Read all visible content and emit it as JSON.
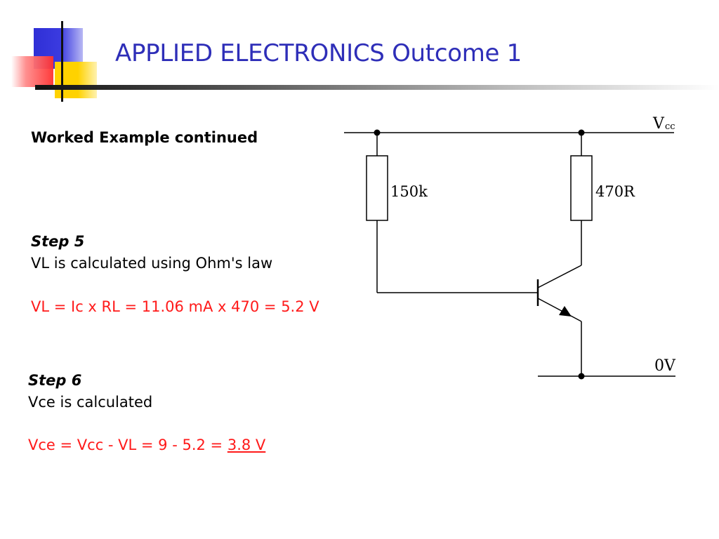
{
  "slide": {
    "title": "APPLIED ELECTRONICS Outcome 1",
    "subtitle": "Worked Example continued",
    "colors": {
      "title": "#2e2eb8",
      "equation": "#ff1a1a",
      "logo_blue": "#2f2fd6",
      "logo_red": "#ff3030",
      "logo_yellow": "#ffd200"
    }
  },
  "steps": [
    {
      "heading": "Step 5",
      "description": "VL is calculated using Ohm's law",
      "equation": "VL =  Ic x RL  =  11.06 mA x 470  =  5.2 V"
    },
    {
      "heading": "Step 6",
      "description": "Vce is calculated",
      "equation": "Vce  =  Vcc  -  VL  =  9 - 5.2  =",
      "result": "3.8 V"
    }
  ],
  "circuit": {
    "supply_label": "V",
    "supply_subscript": "cc",
    "ground_label": "0V",
    "resistor_base_label": "150k",
    "resistor_collector_label": "470R"
  }
}
